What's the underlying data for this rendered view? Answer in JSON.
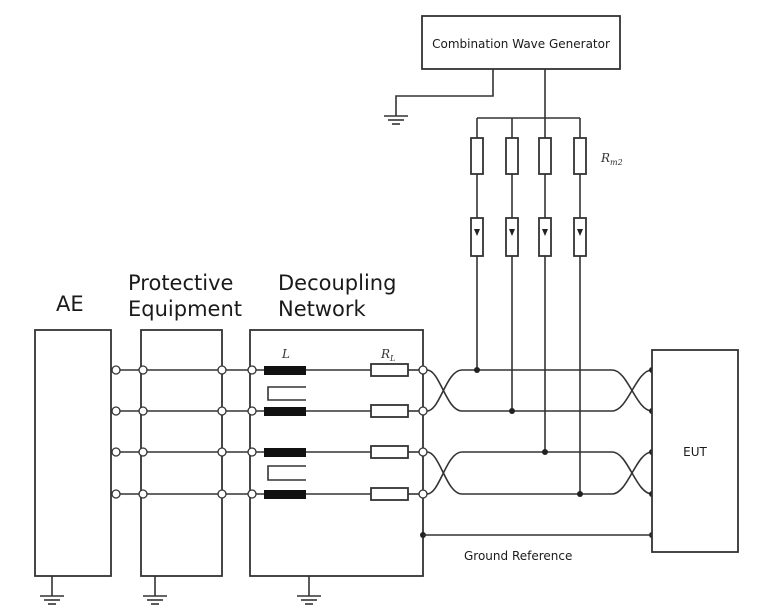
{
  "labels": {
    "ae": "AE",
    "protective_line1": "Protective",
    "protective_line2": "Equipment",
    "decoupling_line1": "Decoupling",
    "decoupling_line2": "Network",
    "generator": "Combination Wave Generator",
    "eut": "EUT",
    "ground_reference": "Ground Reference",
    "inductor": "L",
    "resistor_l": "R",
    "resistor_l_sub": "L",
    "r_out": "R",
    "r_out_sub": "m2"
  }
}
